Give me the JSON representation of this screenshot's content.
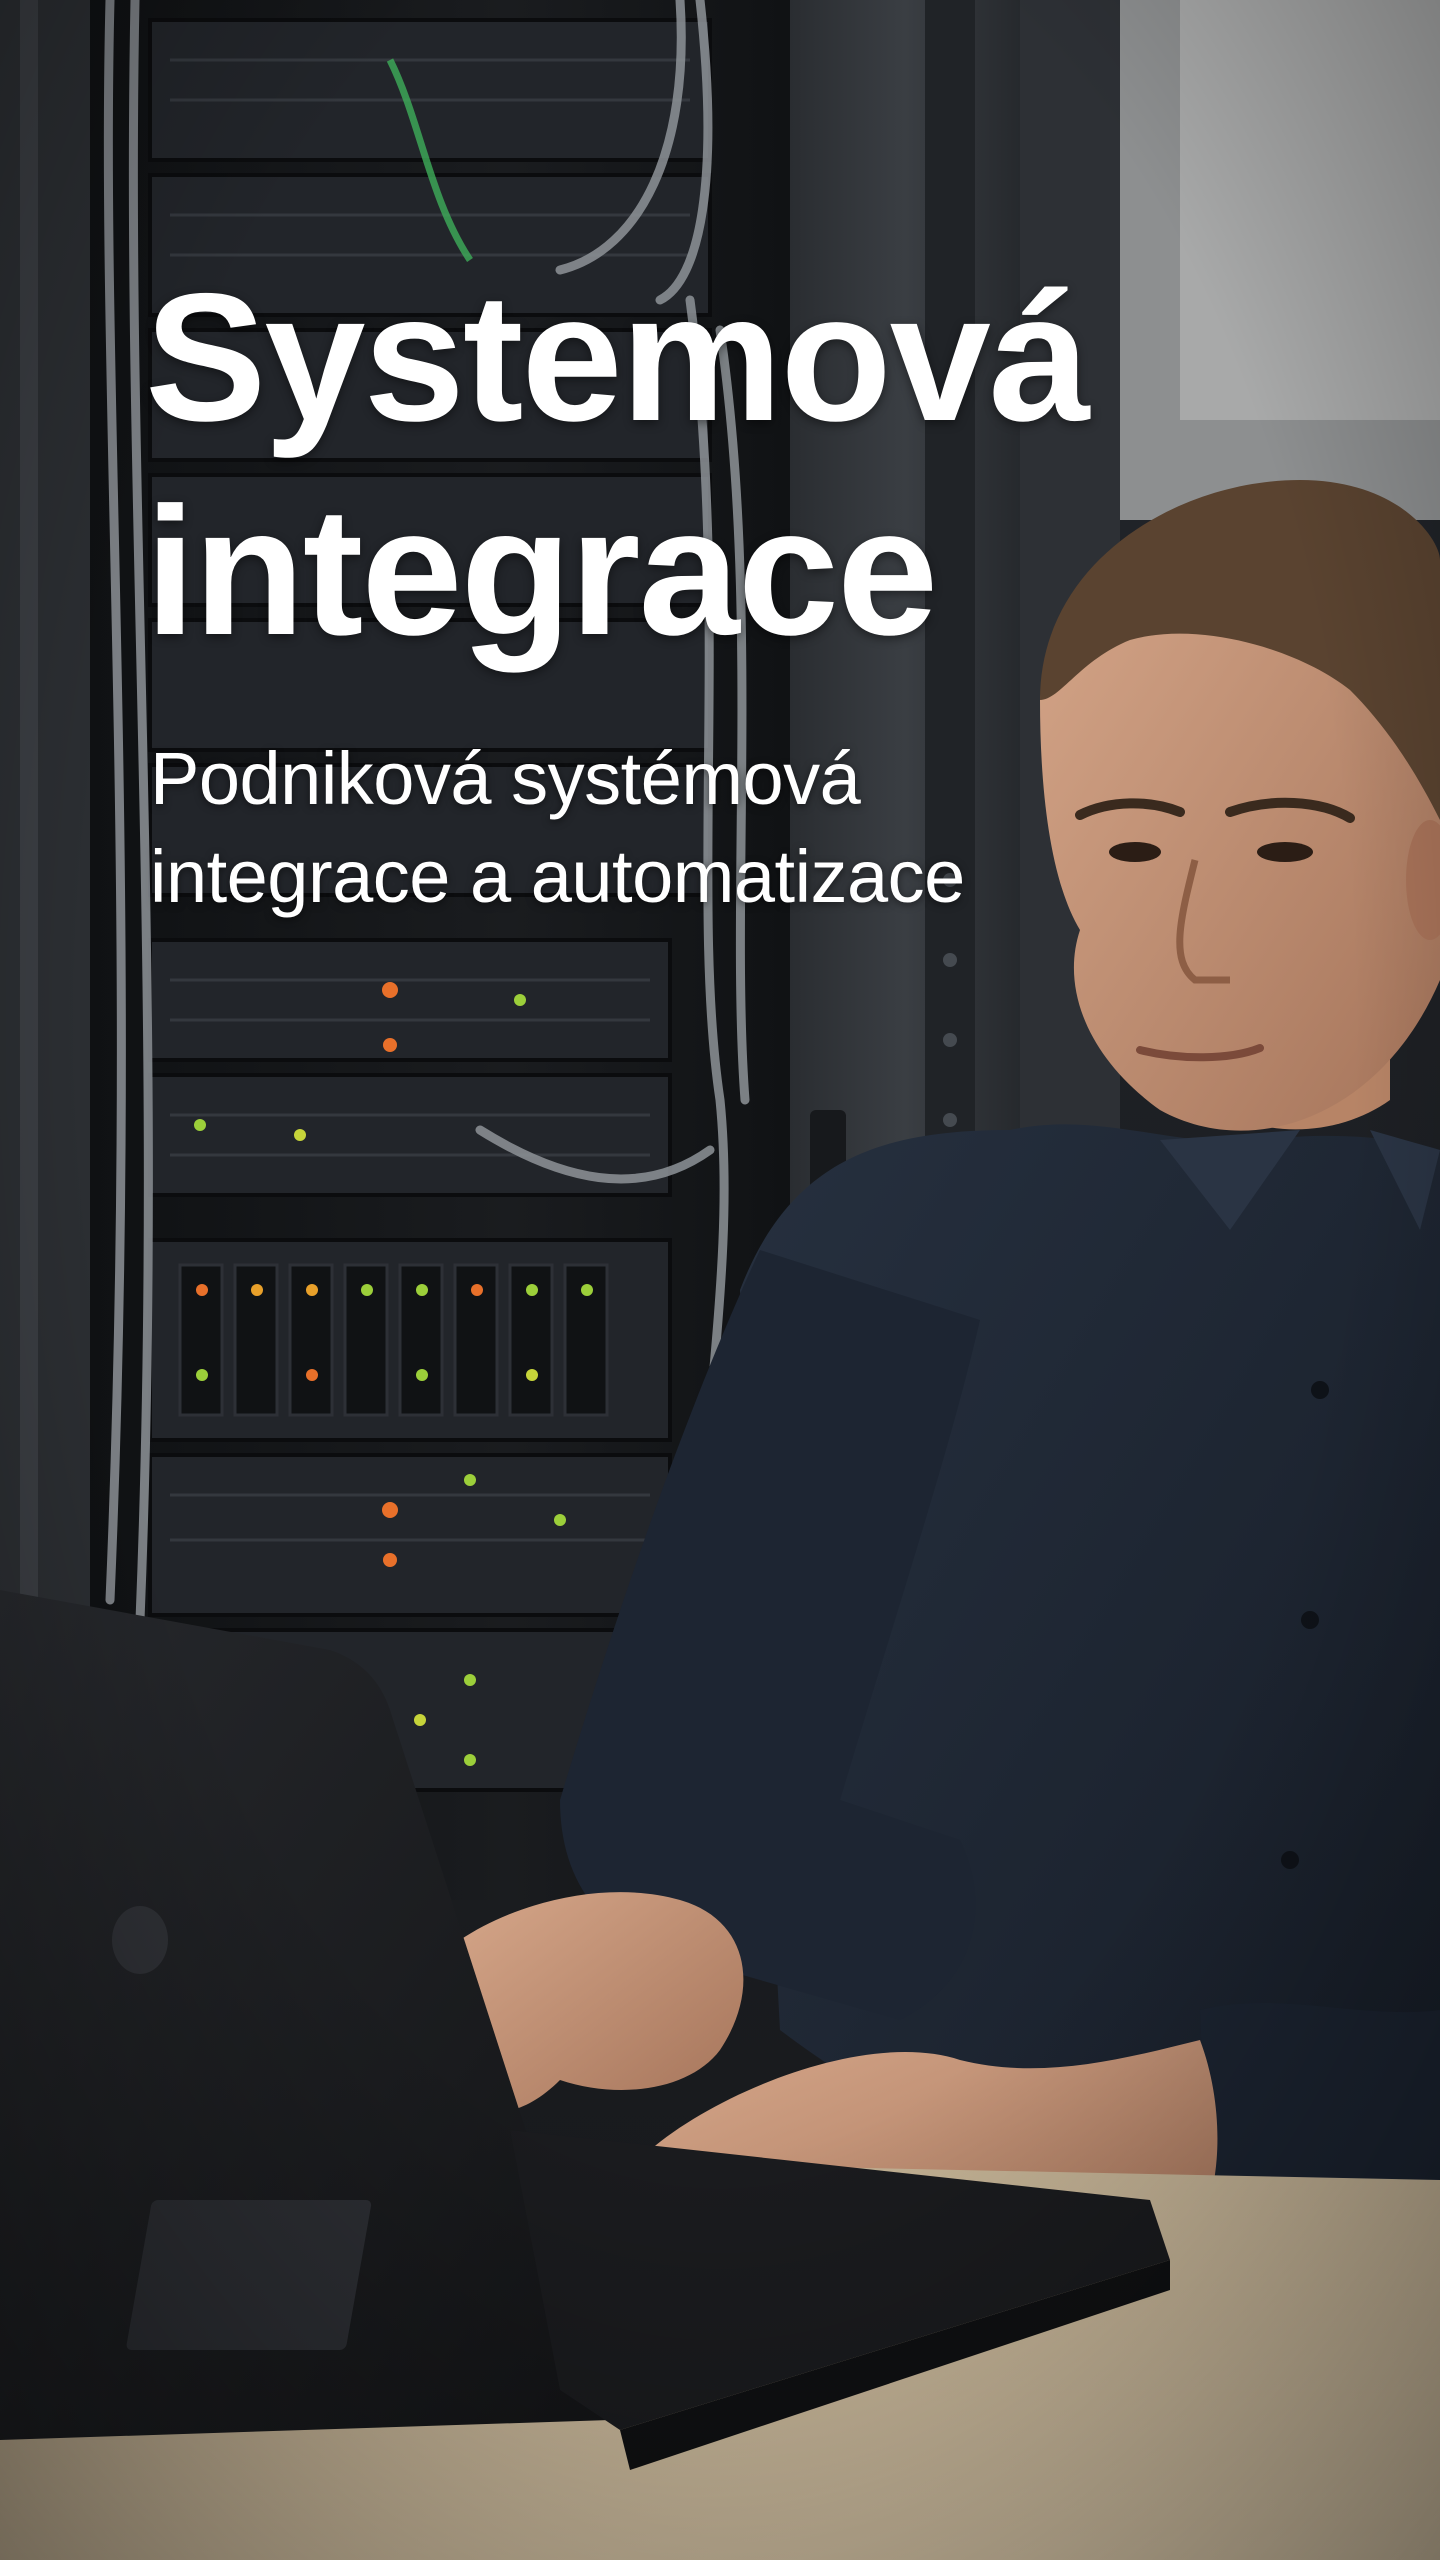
{
  "hero": {
    "title_line1": "Systemová",
    "title_line2": "integrace",
    "subtitle_line1": "Podniková systémová",
    "subtitle_line2": "integrace a automatizace"
  },
  "colors": {
    "text": "#ffffff",
    "server_rack": "#15171a",
    "shirt": "#1e2736",
    "desk": "#c9b79a",
    "laptop": "#1c1d20",
    "led_orange": "#e8702a",
    "led_green": "#9ccf3a"
  },
  "image_description_icons": [
    "server-rack-icon",
    "person-icon",
    "laptop-icon"
  ]
}
